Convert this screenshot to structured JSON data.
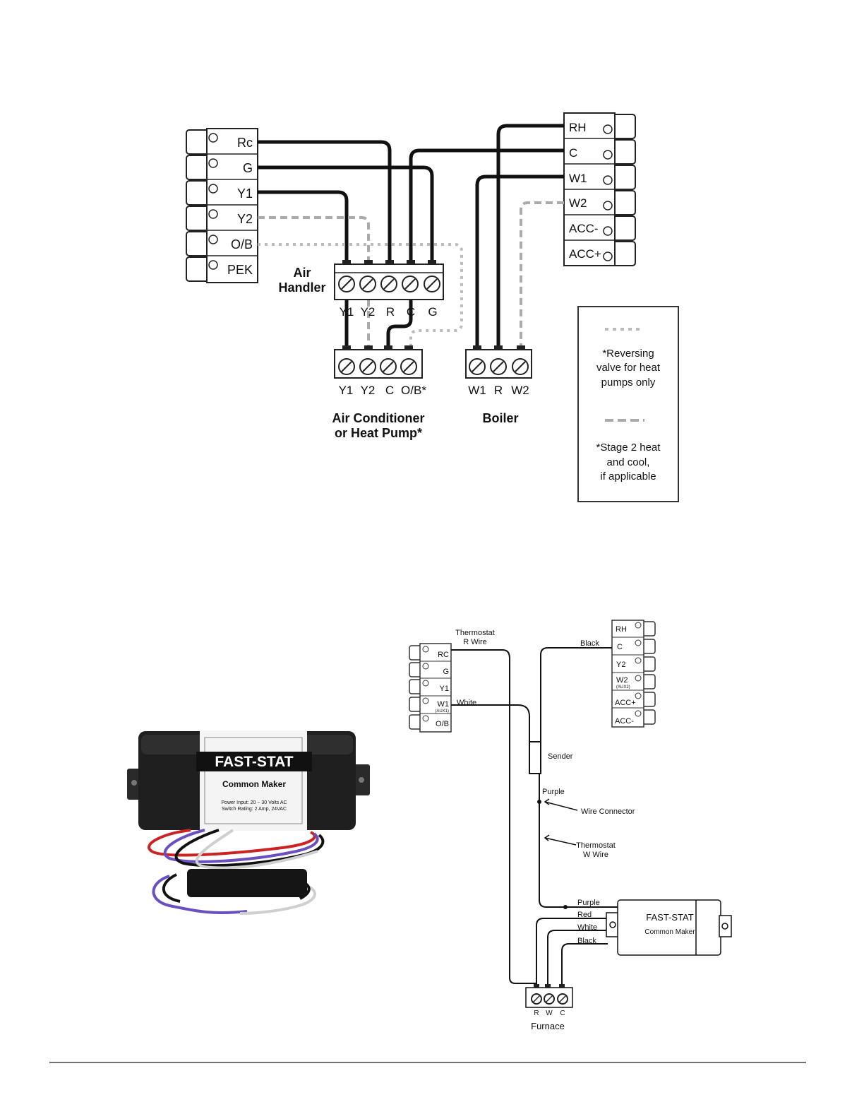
{
  "top_diagram": {
    "left_terminals": [
      "Rc",
      "G",
      "Y1",
      "Y2",
      "O/B",
      "PEK"
    ],
    "right_terminals": [
      "RH",
      "C",
      "W1",
      "W2",
      "ACC-",
      "ACC+"
    ],
    "air_handler": {
      "label_line1": "Air",
      "label_line2": "Handler",
      "terminals": [
        "Y1",
        "Y2",
        "R",
        "C",
        "G"
      ]
    },
    "air_conditioner": {
      "label_line1": "Air Conditioner",
      "label_line2": "or Heat Pump*",
      "terminals": [
        "Y1",
        "Y2",
        "C",
        "O/B*"
      ]
    },
    "boiler": {
      "label": "Boiler",
      "terminals": [
        "W1",
        "R",
        "W2"
      ]
    },
    "legend": {
      "dotted_line1": "*Reversing",
      "dotted_line2": "valve for heat",
      "dotted_line3": "pumps only",
      "dashed_line1": "*Stage 2 heat",
      "dashed_line2": "and cool,",
      "dashed_line3": "if applicable"
    }
  },
  "product_photo": {
    "brand": "FAST-STAT",
    "subtitle": "Common Maker",
    "spec_line1": "Power Input: 20 ~ 30 Volts AC",
    "spec_line2": "Switch Rating: 2 Amp, 24VAC"
  },
  "bottom_diagram": {
    "left_terminals": [
      "RC",
      "G",
      "Y1",
      "W1",
      "O/B"
    ],
    "left_aux": "(AUX1)",
    "right_terminals": [
      "RH",
      "C",
      "Y2",
      "W2",
      "ACC+",
      "ACC-"
    ],
    "right_aux": "(AUX2)",
    "labels": {
      "thermostat_r_line1": "Thermostat",
      "thermostat_r_line2": "R  Wire",
      "white": "White",
      "black_top": "Black",
      "sender": "Sender",
      "purple_top": "Purple",
      "wire_connector": "Wire Connector",
      "thermostat_w_line1": "Thermostat",
      "thermostat_w_line2": "W  Wire",
      "purple": "Purple",
      "red": "Red",
      "white2": "White",
      "black": "Black",
      "module_line1": "FAST-STAT",
      "module_line2": "Common Maker",
      "furnace": "Furnace",
      "furnace_terminals": [
        "R",
        "W",
        "C"
      ]
    }
  }
}
